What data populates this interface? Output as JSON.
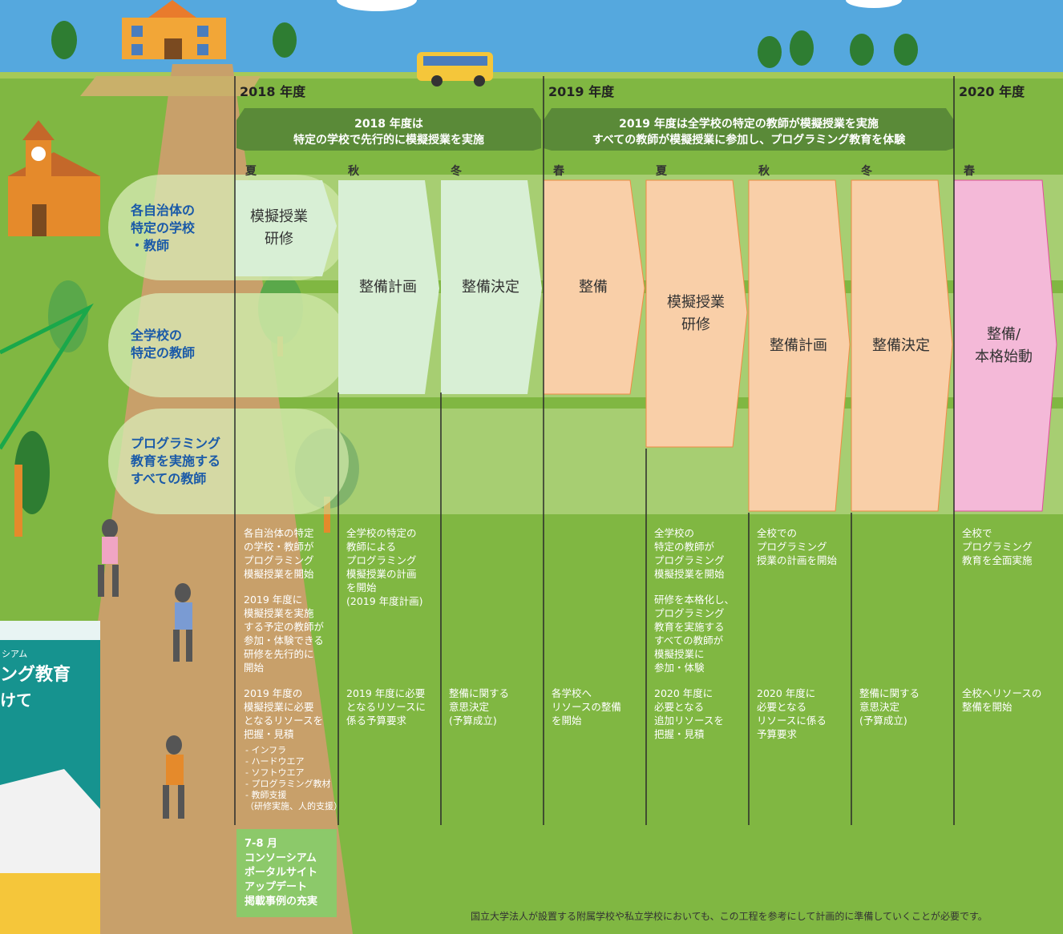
{
  "years": [
    "2018 年度",
    "2019 年度",
    "2020 年度"
  ],
  "bands": [
    {
      "line1": "2018 年度は",
      "line2": "特定の学校で先行的に模擬授業を実施"
    },
    {
      "line1": "2019 年度は全学校の特定の教師が模擬授業を実施",
      "line2": "すべての教師が模擬授業に参加し、プログラミング教育を体験"
    }
  ],
  "seasons": [
    "夏",
    "秋",
    "冬",
    "春",
    "夏",
    "秋",
    "冬",
    "春"
  ],
  "rows": [
    {
      "label": "各自治体の\n特定の学校\n・教師"
    },
    {
      "label": "全学校の\n特定の教師"
    },
    {
      "label": "プログラミング\n教育を実施する\nすべての教師"
    }
  ],
  "phases": [
    "模擬授業\n研修",
    "整備計画",
    "整備決定",
    "整備",
    "模擬授業\n研修",
    "整備計画",
    "整備決定",
    "整備/\n本格始動"
  ],
  "descriptions": {
    "col1_a": "各自治体の特定\nの学校・教師が\nプログラミング\n模擬授業を開始",
    "col1_b": "2019 年度に\n模擬授業を実施\nする予定の教師が\n参加・体験できる\n研修を先行的に\n開始",
    "col1_c": "2019 年度の\n模擬授業に必要\nとなるリソースを\n把握・見積",
    "col1_d": "- インフラ\n- ハードウエア\n- ソフトウエア\n- プログラミング教材\n- 教師支援\n（研修実施、人的支援）",
    "col2_a": "全学校の特定の\n教師による\nプログラミング\n模擬授業の計画\nを開始\n(2019 年度計画)",
    "col2_b": "2019 年度に必要\nとなるリソースに\n係る予算要求",
    "col3_b": "整備に関する\n意思決定\n(予算成立)",
    "col4_b": "各学校へ\nリソースの整備\nを開始",
    "col5_a": "全学校の\n特定の教師が\nプログラミング\n模擬授業を開始",
    "col5_b": "研修を本格化し、\nプログラミング\n教育を実施する\nすべての教師が\n模擬授業に\n参加・体験",
    "col5_c": "2020 年度に\n必要となる\n追加リソースを\n把握・見積",
    "col6_a": "全校での\nプログラミング\n授業の計画を開始",
    "col6_b": "2020 年度に\n必要となる\nリソースに係る\n予算要求",
    "col7_b": "整備に関する\n意思決定\n(予算成立)",
    "col8_a": "全校で\nプログラミング\n教育を全面実施",
    "col8_b": "全校へリソースの\n整備を開始"
  },
  "portal_box": "7-8 月\nコンソーシアム\nポータルサイト\nアップデート\n掲載事例の充実",
  "brochure": {
    "title_frag": "ング教育",
    "sub_frag": "けて",
    "top_frag": "シアム"
  },
  "footnote": "国立大学法人が設置する附属学校や私立学校においても、この工程を参考にして計画的に準備していくことが必要です。",
  "colors": {
    "green_phase": "#d8efd5",
    "orange_phase": "#f9cfa8",
    "pink_phase": "#f4b9d8",
    "band": "#5a8a38",
    "label_text": "#1a5aa8"
  }
}
